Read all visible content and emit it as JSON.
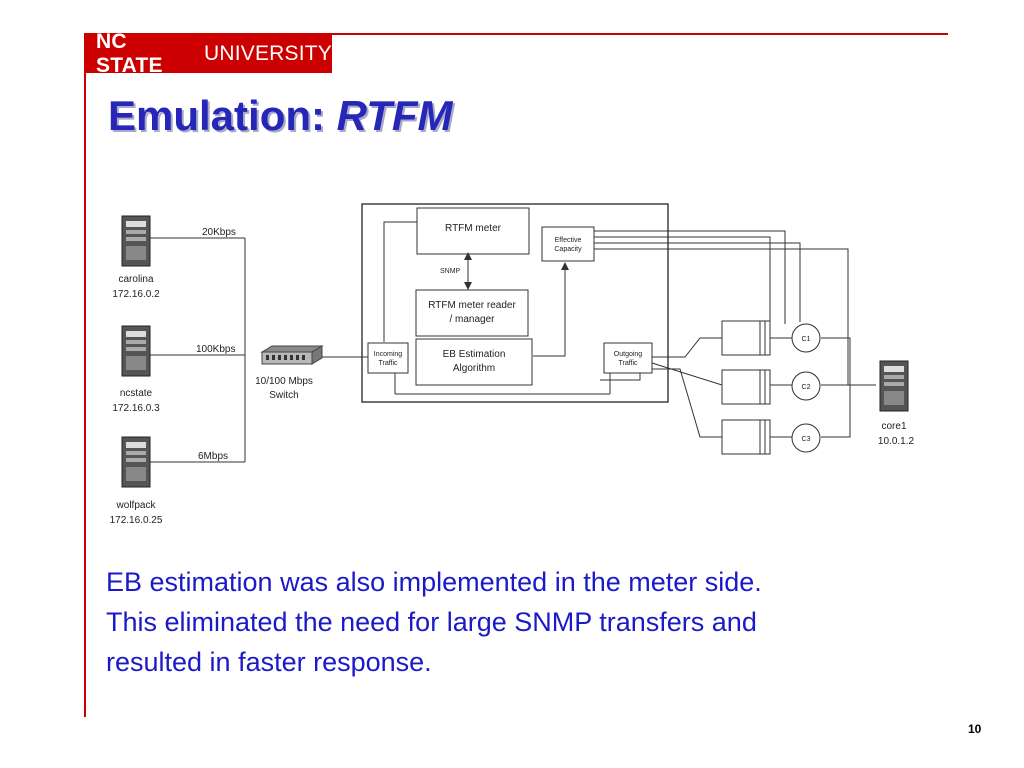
{
  "header": {
    "brand_bold": "NC STATE",
    "brand_light": "UNIVERSITY"
  },
  "title": {
    "prefix": "Emulation:",
    "italic": "RTFM"
  },
  "diagram": {
    "hosts": [
      {
        "name": "carolina",
        "ip": "172.16.0.2",
        "link": "20Kbps"
      },
      {
        "name": "ncstate",
        "ip": "172.16.0.3",
        "link": "100Kbps"
      },
      {
        "name": "wolfpack",
        "ip": "172.16.0.25",
        "link": "6Mbps"
      }
    ],
    "switch": {
      "line1": "10/100 Mbps",
      "line2": "Switch"
    },
    "rtfm_meter": "RTFM meter",
    "snmp": "SNMP",
    "reader": {
      "line1": "RTFM meter reader",
      "line2": "/ manager"
    },
    "eb": {
      "line1": "EB Estimation",
      "line2": "Algorithm"
    },
    "incoming": {
      "line1": "Incoming",
      "line2": "Traffic"
    },
    "effective": {
      "line1": "Effective",
      "line2": "Capacity"
    },
    "outgoing": {
      "line1": "Outgoing",
      "line2": "Traffic"
    },
    "channels": [
      "C1",
      "C2",
      "C3"
    ],
    "core": {
      "name": "core1",
      "ip": "10.0.1.2"
    }
  },
  "body": {
    "lines": [
      "EB estimation was also implemented in the meter side.",
      "This eliminated the need for large SNMP transfers and",
      "resulted in faster response."
    ]
  },
  "page_number": "10"
}
